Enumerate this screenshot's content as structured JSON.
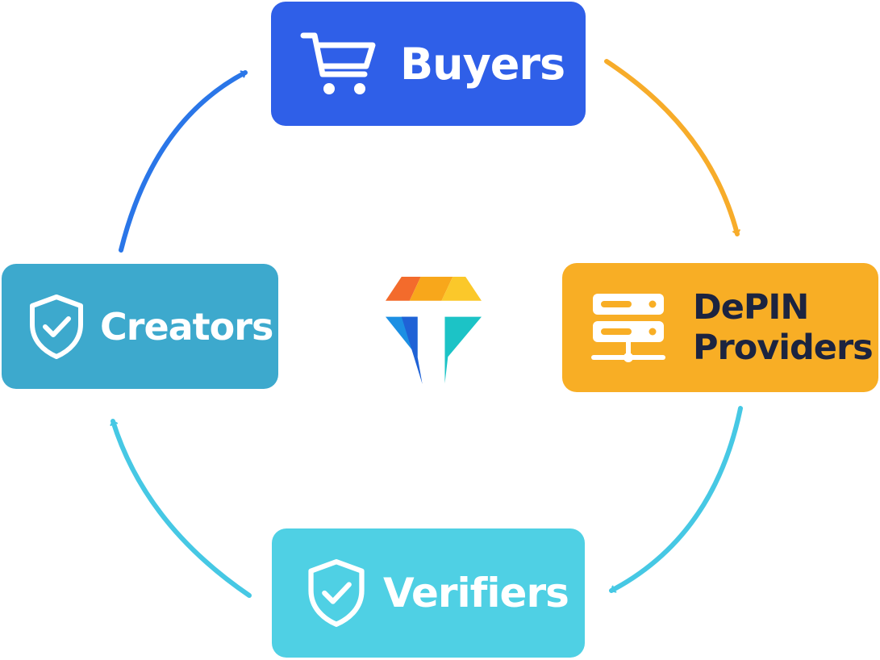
{
  "nodes": {
    "buyers": {
      "label": "Buyers",
      "icon": "shopping-cart-icon",
      "color": "#2f5fe8",
      "text_color": "#ffffff"
    },
    "depin": {
      "label_line1": "DePIN",
      "label_line2": "Providers",
      "icon": "server-icon",
      "color": "#f8ae25",
      "text_color": "#1c2440"
    },
    "creators": {
      "label": "Creators",
      "icon": "shield-check-icon",
      "color": "#3da9cd",
      "text_color": "#ffffff"
    },
    "verifiers": {
      "label": "Verifiers",
      "icon": "shield-check-icon",
      "color": "#4fd0e4",
      "text_color": "#ffffff"
    }
  },
  "center_logo": {
    "icon": "diamond-logo-icon",
    "colors": [
      "#f36b2c",
      "#f8a71b",
      "#fbc82a",
      "#1c8fe3",
      "#1f62d6",
      "#1cc3c6"
    ]
  },
  "edges": [
    {
      "from": "buyers",
      "to": "depin",
      "color": "#f7ac2a"
    },
    {
      "from": "depin",
      "to": "verifiers",
      "color": "#46c8e4"
    },
    {
      "from": "verifiers",
      "to": "creators",
      "color": "#46c8e4"
    },
    {
      "from": "creators",
      "to": "buyers",
      "color": "#2a76e8"
    }
  ]
}
